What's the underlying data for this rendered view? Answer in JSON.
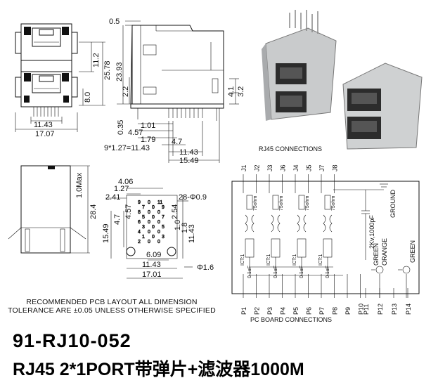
{
  "part_number": "91-RJ10-052",
  "description": "RJ45 2*1PORT带弹片+滤波器1000M",
  "notes": {
    "line1": "RECOMMENDED PCB LAYOUT ALL DIMENSION",
    "line2": "TOLERANCE ARE ±0.05 UNLESS OTHERWISE SPECIFIED"
  },
  "front_view": {
    "width_inner": "11.43",
    "width_outer": "17.07",
    "h1": "11.2",
    "h2": "25.78",
    "h3": "8.0"
  },
  "side_view": {
    "top": "0.5",
    "height": "23.93",
    "h_left": "2.2",
    "tab1": "4.1",
    "tab2": "3.2",
    "d1": "0.35",
    "d2": "1.01",
    "d3": "4.57",
    "d4": "1.79",
    "d5": "4.7",
    "pitch": "9*1.27=11.43",
    "d6": "11.43",
    "d7": "15.49"
  },
  "bottom_view": {
    "max": "1.0Max",
    "height": "28.4"
  },
  "pcb_layout": {
    "w1": "4.06",
    "w2": "1.27",
    "w3": "2.41",
    "holes": "28-Φ0.9",
    "v1": "2.54",
    "v2": "15.49",
    "v3": "4.7",
    "v4": "4.57",
    "v5": "1.0",
    "v6": "1.8",
    "v7": "11.43",
    "w4": "6.09",
    "w5": "11.43",
    "w6": "17.01",
    "hole2": "Φ1.6",
    "pin_grid": [
      [
        "9",
        "0",
        "11"
      ],
      [
        "7",
        "0",
        "9"
      ],
      [
        "8",
        "0",
        "0"
      ],
      [
        "5",
        "0",
        "7"
      ],
      [
        "6",
        "0",
        "0"
      ],
      [
        "3",
        "0",
        "5"
      ],
      [
        "4",
        "0",
        "0"
      ],
      [
        "1",
        "0",
        "3"
      ],
      [
        "2",
        "0",
        "0"
      ]
    ]
  },
  "schematic": {
    "top_label": "RJ45 CONNECTIONS",
    "bottom_label": "PC BOARD CONNECTIONS",
    "jacks": [
      "J1",
      "J2",
      "J3",
      "J6",
      "J4",
      "J5",
      "J7",
      "J8"
    ],
    "pins": [
      "P1",
      "P2",
      "P3",
      "P4",
      "P5",
      "P6",
      "P7",
      "P8",
      "P9",
      "P10",
      "P11",
      "P12",
      "P13",
      "P14"
    ],
    "resistor": "75ohm",
    "ict": "ICT:1",
    "cap": "0.1uF",
    "hv_cap": "2Kv,1000pF",
    "ground": "GROUND",
    "led1": "GREEN",
    "led1b": "ORANGE",
    "led2": "GREEN"
  }
}
